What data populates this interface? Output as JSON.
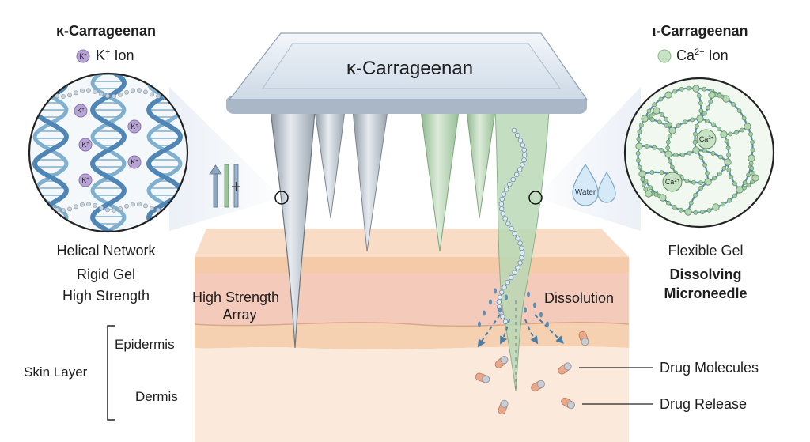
{
  "plate": {
    "label": "κ-Carrageenan"
  },
  "left_panel": {
    "title": "κ-Carrageenan",
    "ion_label_base": "K",
    "ion_label_sup": "+",
    "ion_label_rest": " Ion",
    "ion_symbol": "K",
    "ion_symbol_sup": "+",
    "caption_1": "Helical Network",
    "caption_2": "Rigid Gel",
    "caption_3": "High Strength"
  },
  "right_panel": {
    "title": "ι-Carrageenan",
    "ion_label_base": "Ca",
    "ion_label_sup": "2+",
    "ion_label_rest": " Ion",
    "ion_symbol": "Ca",
    "ion_symbol_sup": "2+",
    "caption_1": "Flexible Gel",
    "caption_2": "Dissolving",
    "caption_3": "Microneedle"
  },
  "water_label": "Water",
  "mid_labels": {
    "strength_1": "High Strength",
    "strength_2": "Array",
    "dissolution": "Dissolution"
  },
  "skin": {
    "group_label": "Skin Layer",
    "epidermis": "Epidermis",
    "dermis": "Dermis"
  },
  "drug": {
    "molecules": "Drug Molecules",
    "release": "Drug Release"
  },
  "colors": {
    "kappa_ion": "#b7a3d6",
    "iota_ion": "#c7e2c4",
    "helix": "#4f86b5",
    "needle_gray": "#aab3bd",
    "needle_green": "#a9cba8",
    "skin_top": "#f5d3bc",
    "skin_mid": "#f3c9b8",
    "skin_low": "#fae8d8",
    "drug_capsule": "#e9a889"
  }
}
